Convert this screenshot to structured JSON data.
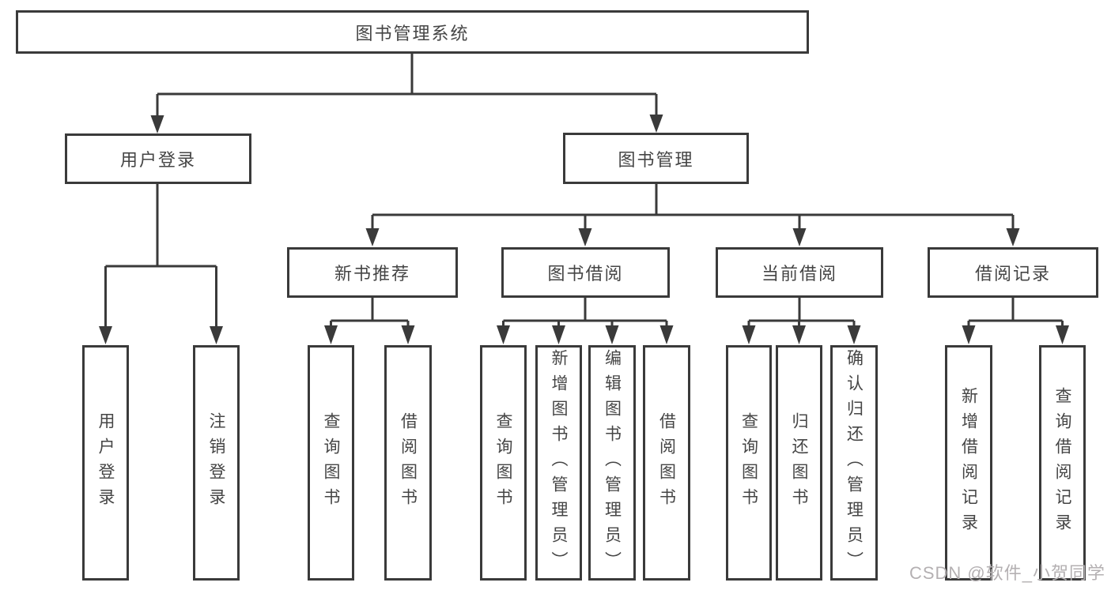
{
  "diagram": {
    "type": "hierarchy-tree",
    "title": "图书管理系统",
    "structure": [
      {
        "label": "用户登录",
        "children": [
          "用户登录",
          "注销登录"
        ]
      },
      {
        "label": "图书管理",
        "children": [
          {
            "label": "新书推荐",
            "children": [
              "查询图书",
              "借阅图书"
            ]
          },
          {
            "label": "图书借阅",
            "children": [
              "查询图书",
              "新增图书（管理员）",
              "编辑图书（管理员）",
              "借阅图书"
            ]
          },
          {
            "label": "当前借阅",
            "children": [
              "查询图书",
              "归还图书",
              "确认归还（管理员）"
            ]
          },
          {
            "label": "借阅记录",
            "children": [
              "新增借阅记录",
              "查询借阅记录"
            ]
          }
        ]
      }
    ]
  },
  "nodes": {
    "root": "图书管理系统",
    "user_login": "用户登录",
    "book_management": "图书管理",
    "new_book_recommend": "新书推荐",
    "book_borrowing": "图书借阅",
    "current_borrowing": "当前借阅",
    "borrowing_records": "借阅记录",
    "user_login_leaf": "用户登录",
    "logout_leaf": "注销登录",
    "nbr_query_books": "查询图书",
    "nbr_borrow_books": "借阅图书",
    "bb_query_books": "查询图书",
    "bb_add_books_admin": "新增图书（管理员）",
    "bb_edit_books_admin": "编辑图书（管理员）",
    "bb_borrow_books": "借阅图书",
    "cb_query_books": "查询图书",
    "cb_return_books": "归还图书",
    "cb_confirm_return_admin": "确认归还（管理员）",
    "br_add_record": "新增借阅记录",
    "br_query_record": "查询借阅记录"
  },
  "watermark": "CSDN @软件_小贺同学",
  "colors": {
    "line": "#3a3a3a",
    "box_border": "#3a3a3a",
    "box_background": "#ffffff",
    "text": "#454545",
    "watermark": "#b4b0b2"
  }
}
